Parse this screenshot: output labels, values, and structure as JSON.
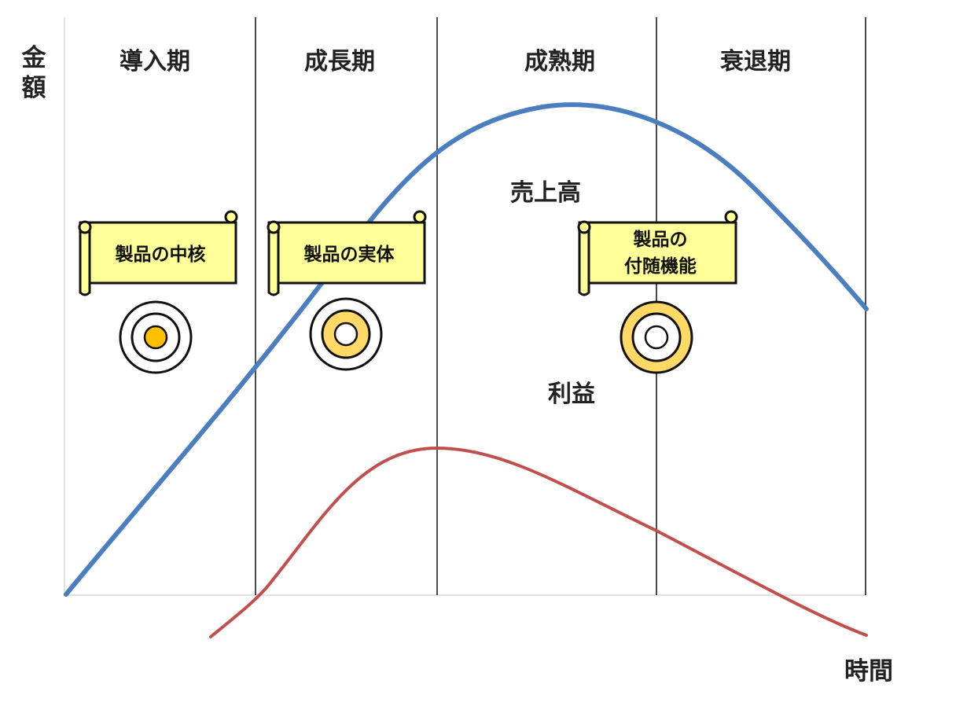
{
  "axes": {
    "y_label": "金額",
    "x_label": "時間"
  },
  "phases": [
    {
      "label": "導入期"
    },
    {
      "label": "成長期"
    },
    {
      "label": "成熟期"
    },
    {
      "label": "衰退期"
    }
  ],
  "curves": {
    "sales": {
      "label": "売上高",
      "color": "#4a7ebf"
    },
    "profit": {
      "label": "利益",
      "color": "#c0504d"
    }
  },
  "scrolls": [
    {
      "lines": [
        "製品の中核"
      ],
      "target_icon": "core-target-icon"
    },
    {
      "lines": [
        "製品の実体"
      ],
      "target_icon": "actual-target-icon"
    },
    {
      "lines": [
        "製品の",
        "付随機能"
      ],
      "target_icon": "augmented-target-icon"
    }
  ],
  "colors": {
    "scroll_fill": "#ffff99",
    "target_fill": "#ffd966",
    "target_core": "#ffc000",
    "outline": "#111111"
  }
}
